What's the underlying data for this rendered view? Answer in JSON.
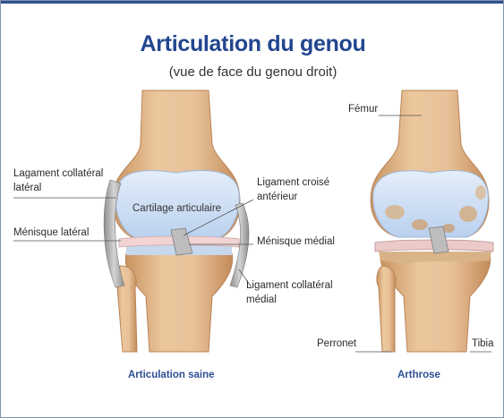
{
  "header": {
    "title": "Articulation du genou",
    "subtitle": "(vue de face du genou droit)"
  },
  "labels": {
    "ligament_collateral_lateral_1": "Lagament collatéral",
    "ligament_collateral_lateral_2": "latéral",
    "cartilage": "Cartilage articulaire",
    "menisque_lateral": "Ménisque latéral",
    "ligament_croise_1": "Ligament croisé",
    "ligament_croise_2": "antérieur",
    "menisque_medial": "Ménisque médial",
    "ligament_collateral_medial_1": "Ligament collatéral",
    "ligament_collateral_medial_2": "médial",
    "femur": "Fémur",
    "perronet": "Perronet",
    "tibia": "Tibia"
  },
  "captions": {
    "left": "Articulation saine",
    "right": "Arthrose"
  },
  "colors": {
    "title": "#22468f",
    "caption": "#2d4f93",
    "bone": "#e2b98f",
    "cartilage": "#c9dcf3",
    "meniscus": "#f0d2d2",
    "ligament": "#a9a9a9"
  }
}
